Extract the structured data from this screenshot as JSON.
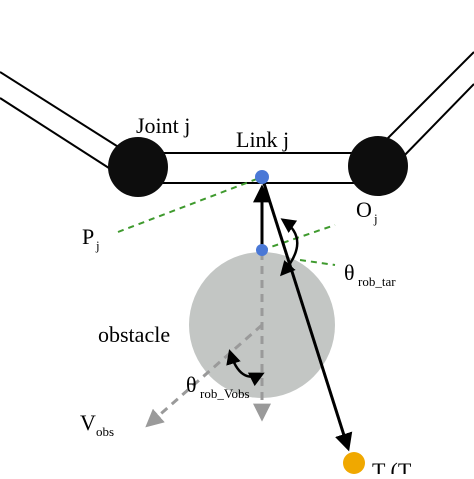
{
  "labels": {
    "joint": "Joint j",
    "link": "Link j",
    "p_main": "P",
    "p_sub": "j",
    "o_main": "O",
    "o_sub": "j",
    "theta_tar_main": "θ",
    "theta_tar_sub": "rob_tar",
    "obstacle": "obstacle",
    "theta_vobs_main": "θ",
    "theta_vobs_sub": "rob_Vobs",
    "v_main": "V",
    "v_sub": "obs",
    "target_partial": "T (T"
  },
  "colors": {
    "joint_fill": "#0d0d0d",
    "obstacle_fill": "#c3c6c4",
    "point_blue": "#4a78d6",
    "target_orange": "#f0a800",
    "dashed_green": "#3f9a2e",
    "dashed_gray": "#9a9a9a",
    "line": "#000000"
  }
}
